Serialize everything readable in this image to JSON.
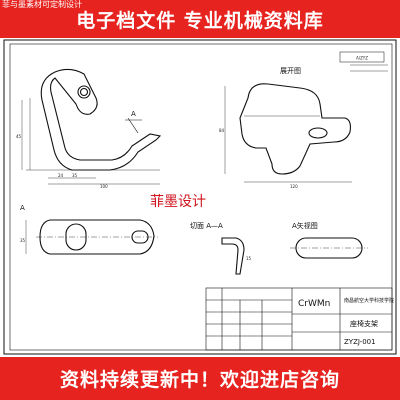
{
  "watermark": "菲与墨素材可定制设计",
  "top_banner": "电子档文件  专业机械资料库",
  "bottom_banner": "资料持续更新中！欢迎进店咨询",
  "drawing": {
    "corner_code": "A/ZYZ",
    "unfold_label": "展开图",
    "view_a": "A",
    "section_label": "切面 A—A",
    "a_view_label": "A矢视图",
    "red_watermark": "菲墨设计",
    "dims": {
      "d35": "35",
      "d24": "24",
      "d100": "100",
      "d45": "45",
      "d84": "84",
      "d120": "120",
      "d35b": "35",
      "d15": "15"
    }
  },
  "title_block": {
    "material": "CrWMn",
    "school": "南昌航空大学科技学院",
    "part_name": "座椅支架",
    "drawing_no": "ZYZJ-001"
  }
}
